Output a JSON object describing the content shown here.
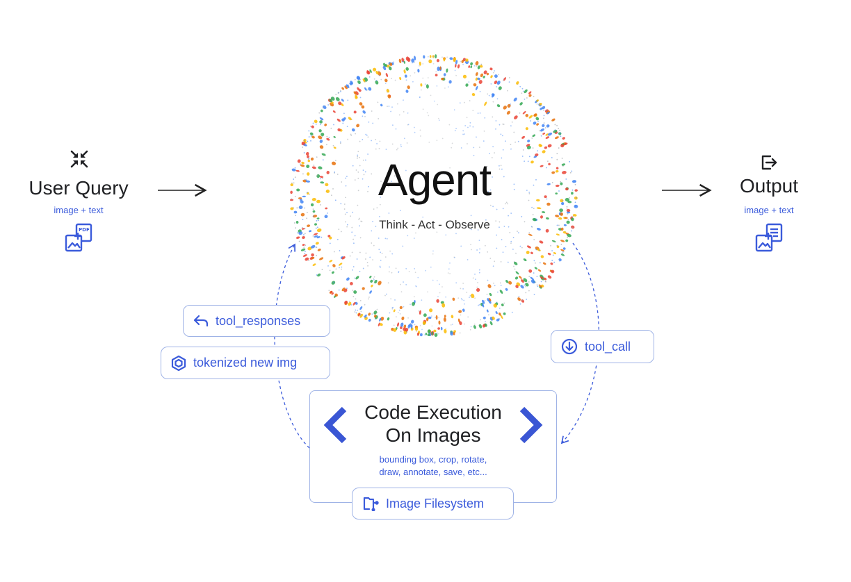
{
  "input": {
    "title": "User Query",
    "subtitle": "image + text",
    "icon": "collapse-arrows-icon",
    "media_icon": "pdf-image-add-icon"
  },
  "output": {
    "title": "Output",
    "subtitle": "image + text",
    "icon": "exit-box-icon",
    "media_icon": "doc-image-add-icon"
  },
  "agent": {
    "title": "Agent",
    "subtitle": "Think - Act - Observe"
  },
  "tool_responses": {
    "label": "tool_responses",
    "icon": "reply-arrow-icon"
  },
  "tokenized": {
    "label": "tokenized new img",
    "icon": "hexagon-cube-icon"
  },
  "tool_call": {
    "label": "tool_call",
    "icon": "download-circle-icon"
  },
  "code_execution": {
    "title_line1": "Code Execution",
    "title_line2": "On Images",
    "desc_line1": "bounding box, crop, rotate,",
    "desc_line2": "draw, annotate, save, etc..."
  },
  "filesystem": {
    "label": "Image Filesystem",
    "icon": "folder-tree-icon"
  },
  "colors": {
    "accent": "#3b5bdb",
    "border": "#9fb3e6",
    "chevron": "#3a56d4"
  }
}
